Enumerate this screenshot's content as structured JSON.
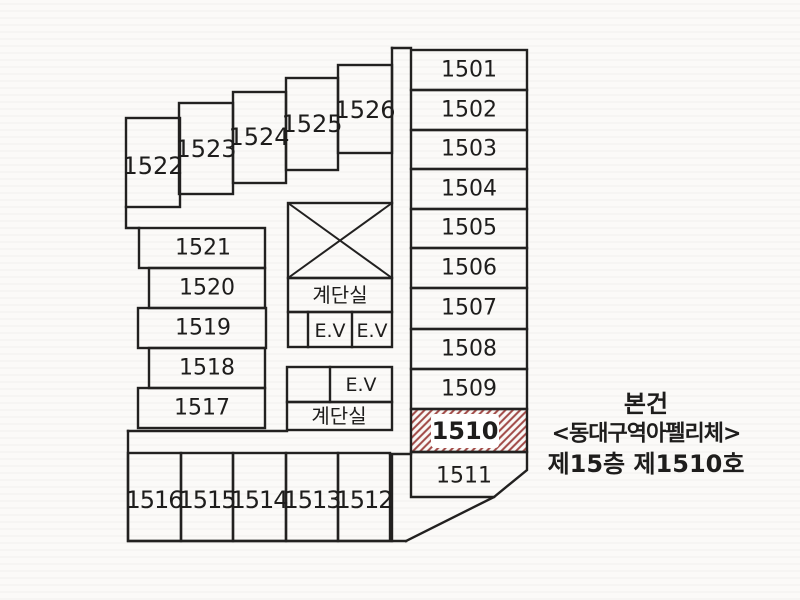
{
  "units": {
    "right": [
      "1501",
      "1502",
      "1503",
      "1504",
      "1505",
      "1506",
      "1507",
      "1508",
      "1509",
      "1510",
      "1511"
    ],
    "top_row": [
      "1522",
      "1523",
      "1524",
      "1525",
      "1526"
    ],
    "left": [
      "1521",
      "1520",
      "1519",
      "1518",
      "1517"
    ],
    "bottom": [
      "1516",
      "1515",
      "1514",
      "1513",
      "1512"
    ]
  },
  "core": {
    "stair_upper": "계단실",
    "ev_upper_left": "E.V",
    "ev_upper_right": "E.V",
    "ev_lower": "E.V",
    "stair_lower": "계단실"
  },
  "annotation": {
    "line1": "본건",
    "line2": "<동대구역아펠리체>",
    "line3": "제15층 제1510호"
  },
  "highlight": {
    "unit": "1510"
  },
  "colors": {
    "line": "#222120",
    "paper": "#fbfaf8",
    "number_ink": "#1e1d1c",
    "annotation_red": "#a84b44",
    "hatch_red": "#a04845"
  }
}
